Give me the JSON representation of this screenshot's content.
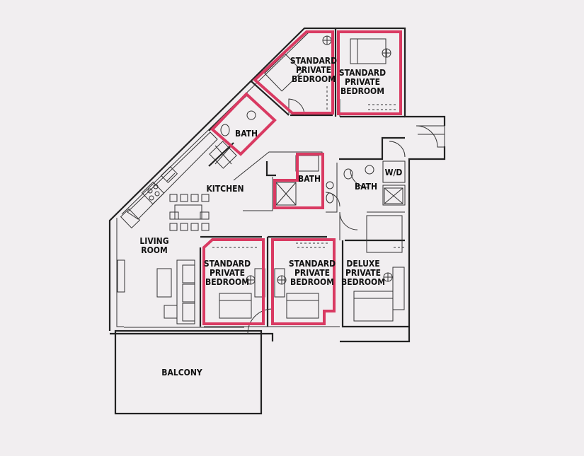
{
  "rooms": {
    "bedroom_top_left": [
      "STANDARD",
      "PRIVATE",
      "BEDROOM"
    ],
    "bedroom_top_right": [
      "STANDARD",
      "PRIVATE",
      "BEDROOM"
    ],
    "bath_upper": "BATH",
    "kitchen": "KITCHEN",
    "bath_center": "BATH",
    "bath_right": "BATH",
    "wd": "W/D",
    "living_room": [
      "LIVING",
      "ROOM"
    ],
    "bedroom_bottom_left": [
      "STANDARD",
      "PRIVATE",
      "BEDROOM"
    ],
    "bedroom_bottom_center": [
      "STANDARD",
      "PRIVATE",
      "BEDROOM"
    ],
    "bedroom_deluxe": [
      "DELUXE",
      "PRIVATE",
      "BEDROOM"
    ],
    "balcony": "BALCONY"
  },
  "colors": {
    "background": "#f1eef0",
    "walls": "#222222",
    "highlight": "#d93a62"
  },
  "icons": [
    "bed-icon",
    "desk-chair-icon",
    "toilet-icon",
    "sink-icon",
    "shower-icon",
    "stove-icon",
    "dining-table-icon",
    "sofa-icon",
    "door-swing-icon"
  ]
}
